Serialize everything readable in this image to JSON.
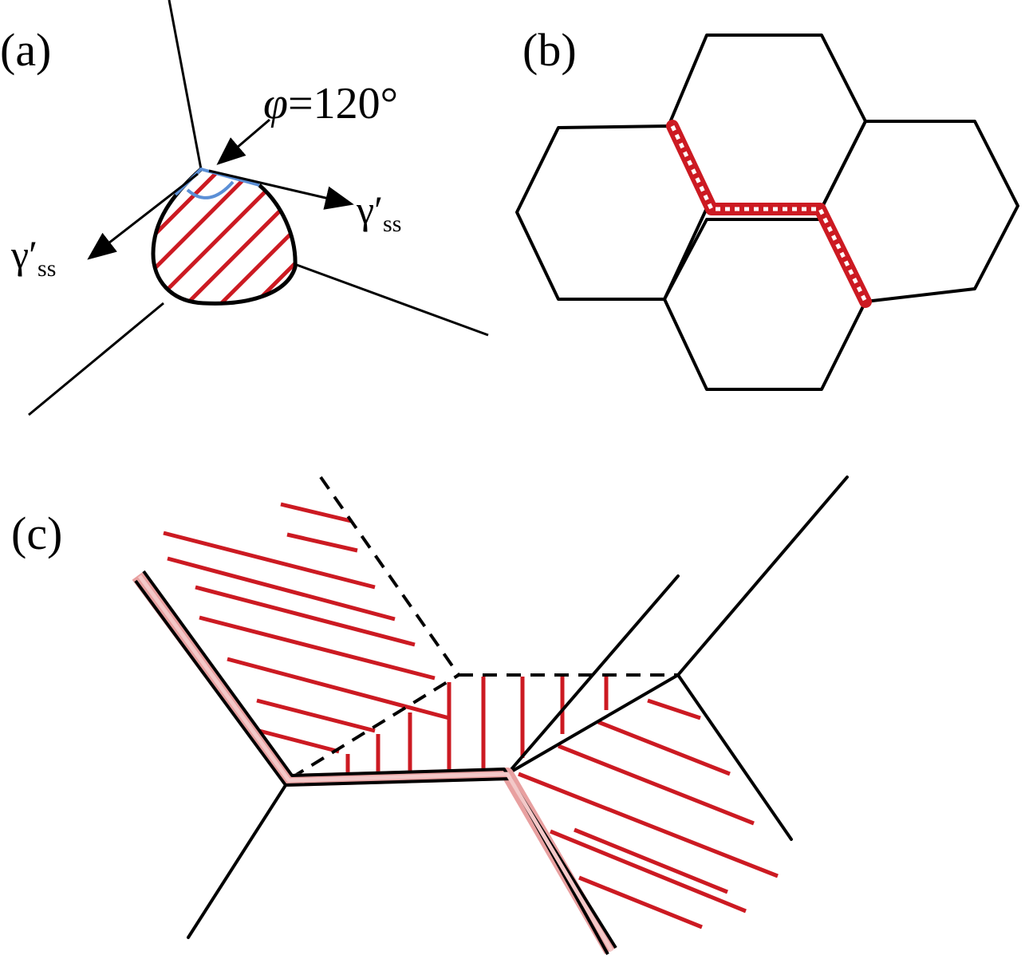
{
  "panels": {
    "a": {
      "label": "(a)",
      "angle_symbol": "φ",
      "angle_value": "=120°",
      "tension_symbol": "γ′",
      "tension_subscript": "ss"
    },
    "b": {
      "label": "(b)"
    },
    "c": {
      "label": "(c)"
    }
  },
  "colors": {
    "line": "#000000",
    "hatch": "#cc1a22",
    "angle_arc": "#5b8fd6",
    "grain_boundary_glow": "#e8a0a0"
  }
}
